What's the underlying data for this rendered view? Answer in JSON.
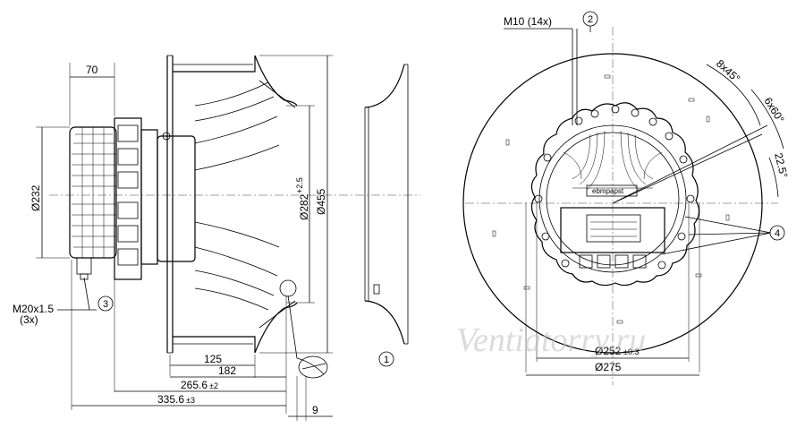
{
  "side_view": {
    "dim_70": "70",
    "dim_232": "Ø232",
    "dim_282": "Ø282",
    "dim_282_tol": "+2.5",
    "dim_455": "Ø455",
    "dim_125": "125",
    "dim_182": "182",
    "dim_265": "265.6",
    "dim_265_tol": "±2",
    "dim_335": "335.6",
    "dim_335_tol": "±3",
    "dim_9": "9",
    "cable_gland_line1": "M20x1.5",
    "cable_gland_line2": "(3x)"
  },
  "front_view": {
    "bolt_label": "M10 (14x)",
    "angle_8x45": "8x45°",
    "angle_6x60": "6x60°",
    "angle_22_5": "22.5°",
    "dim_252": "Ø252",
    "dim_252_tol": "±0.3",
    "dim_275": "Ø275",
    "brand_plate": "ebmpapst"
  },
  "callouts": {
    "c1": "1",
    "c2": "2",
    "c3": "3",
    "c4": "4"
  },
  "watermark": "Ventiatorry.ru"
}
